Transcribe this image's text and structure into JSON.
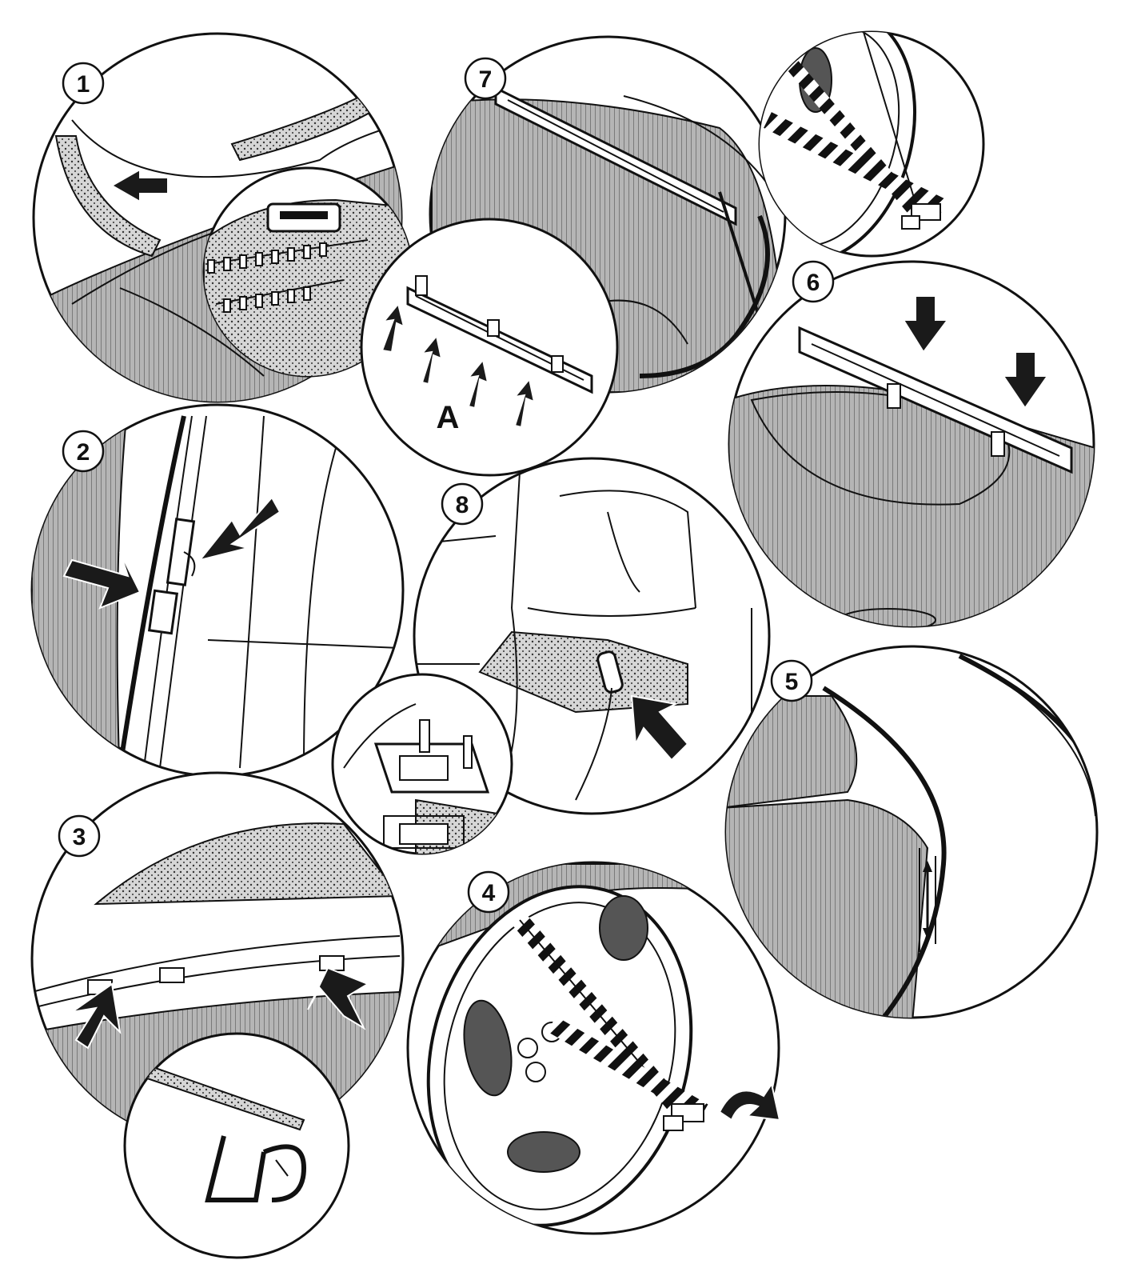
{
  "steps": [
    {
      "number": "1"
    },
    {
      "number": "2"
    },
    {
      "number": "3"
    },
    {
      "number": "4"
    },
    {
      "number": "5"
    },
    {
      "number": "6"
    },
    {
      "number": "7"
    },
    {
      "number": "8"
    }
  ],
  "callouts": {
    "a": "A"
  },
  "colors": {
    "ink": "#111111",
    "paper": "#ffffff",
    "shade": "#9a9a9a"
  }
}
